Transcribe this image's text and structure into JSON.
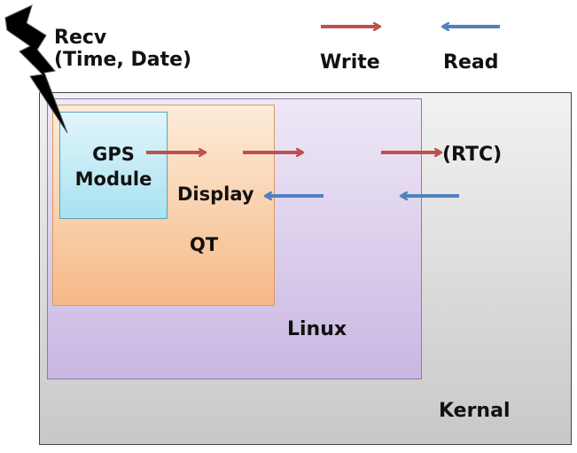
{
  "recv": {
    "line1": "Recv",
    "line2": "(Time, Date)"
  },
  "legend": {
    "write_label": "Write",
    "read_label": "Read",
    "write_color": "#c0504d",
    "read_color": "#4f81bd"
  },
  "boxes": {
    "gps_line1": "GPS",
    "gps_line2": "Module",
    "display": "Display",
    "qt": "QT",
    "linux": "Linux",
    "kernal": "Kernal",
    "rtc": "(RTC)"
  },
  "colors": {
    "kernal": "#d9d9d9",
    "linux": "#d9cbee",
    "qt": "#f9cda6",
    "gps": "#c6eef8"
  },
  "icons": {
    "lightning": "lightning-bolt-icon"
  }
}
